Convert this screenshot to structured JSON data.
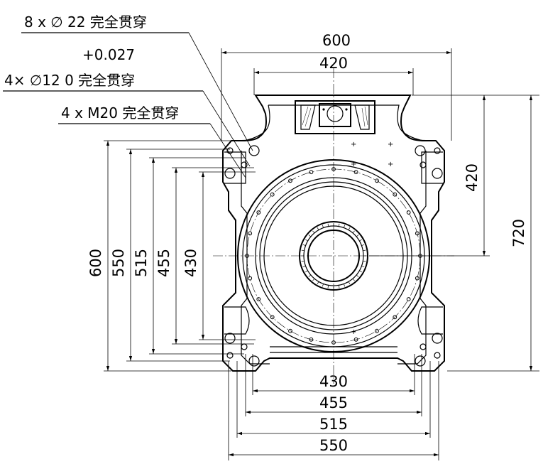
{
  "notes": {
    "n1": "8 x  ∅  22  完全贯穿",
    "n2_tol": "+0.027",
    "n2": "4× ∅12   0    完全贯穿",
    "n3": "4 x   M20  完全贯穿"
  },
  "dims": {
    "top_600": "600",
    "top_420": "420",
    "right_420": "420",
    "right_720": "720",
    "left_600": "600",
    "left_550": "550",
    "left_515": "515",
    "left_455": "455",
    "left_430": "430",
    "bottom_430": "430",
    "bottom_455": "455",
    "bottom_515": "515",
    "bottom_550": "550"
  }
}
